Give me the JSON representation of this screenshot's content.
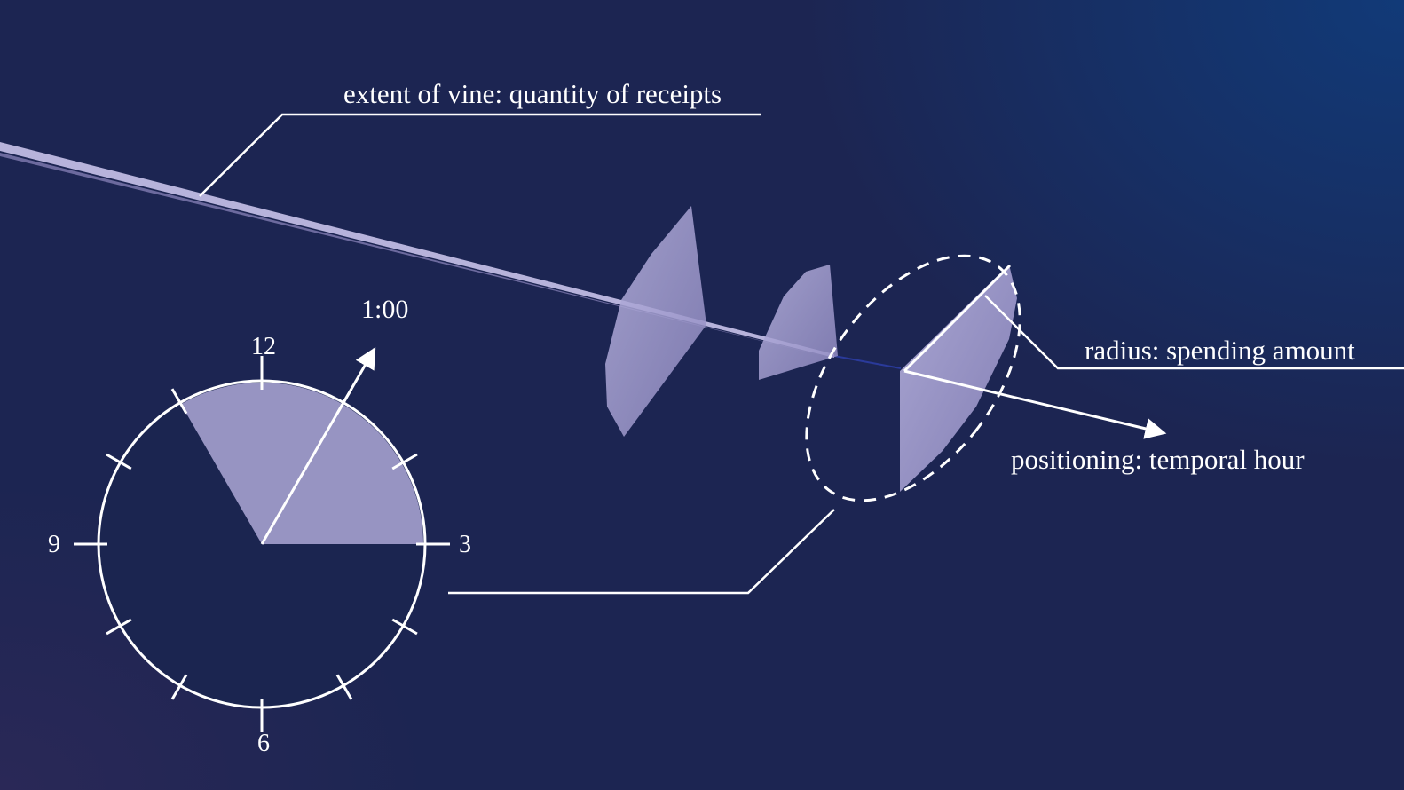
{
  "labels": {
    "vine": "extent of vine: quantity of receipts",
    "radius": "radius: spending amount",
    "positioning": "positioning: temporal hour",
    "hand_time": "1:00"
  },
  "clock": {
    "numerals": {
      "top": "12",
      "right": "3",
      "bottom": "6",
      "left": "9"
    },
    "hand_hour": 1,
    "sector_start_hour": 11,
    "sector_end_hour": 3
  },
  "colors": {
    "background": "#1c2552",
    "accent_blue": "#113a78",
    "petal": "#a9a4d2",
    "line": "#ffffff"
  }
}
